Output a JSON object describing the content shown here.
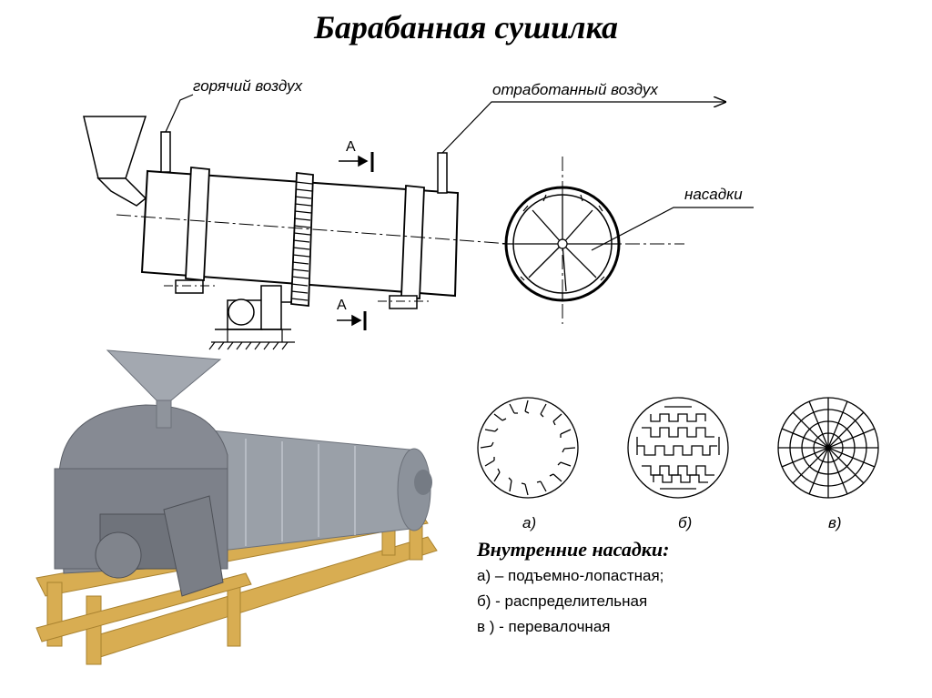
{
  "title": "Барабанная сушилка",
  "diagram": {
    "labels": {
      "hot_air": "горячий воздух",
      "exhaust_air": "отработанный воздух",
      "section_top": "А",
      "section_bottom": "А",
      "nozzles": "насадки"
    }
  },
  "packings": {
    "panel_labels": [
      "а)",
      "б)",
      "в)"
    ],
    "heading": "Внутренние насадки:",
    "items": [
      "а) – подъемно-лопастная;",
      "б) - распределительная",
      "в ) - перевалочная"
    ]
  },
  "colors": {
    "line": "#000000",
    "photo_frame": "#c8a24a",
    "photo_drum": "#9aa0a8",
    "photo_body": "#7d818a"
  }
}
